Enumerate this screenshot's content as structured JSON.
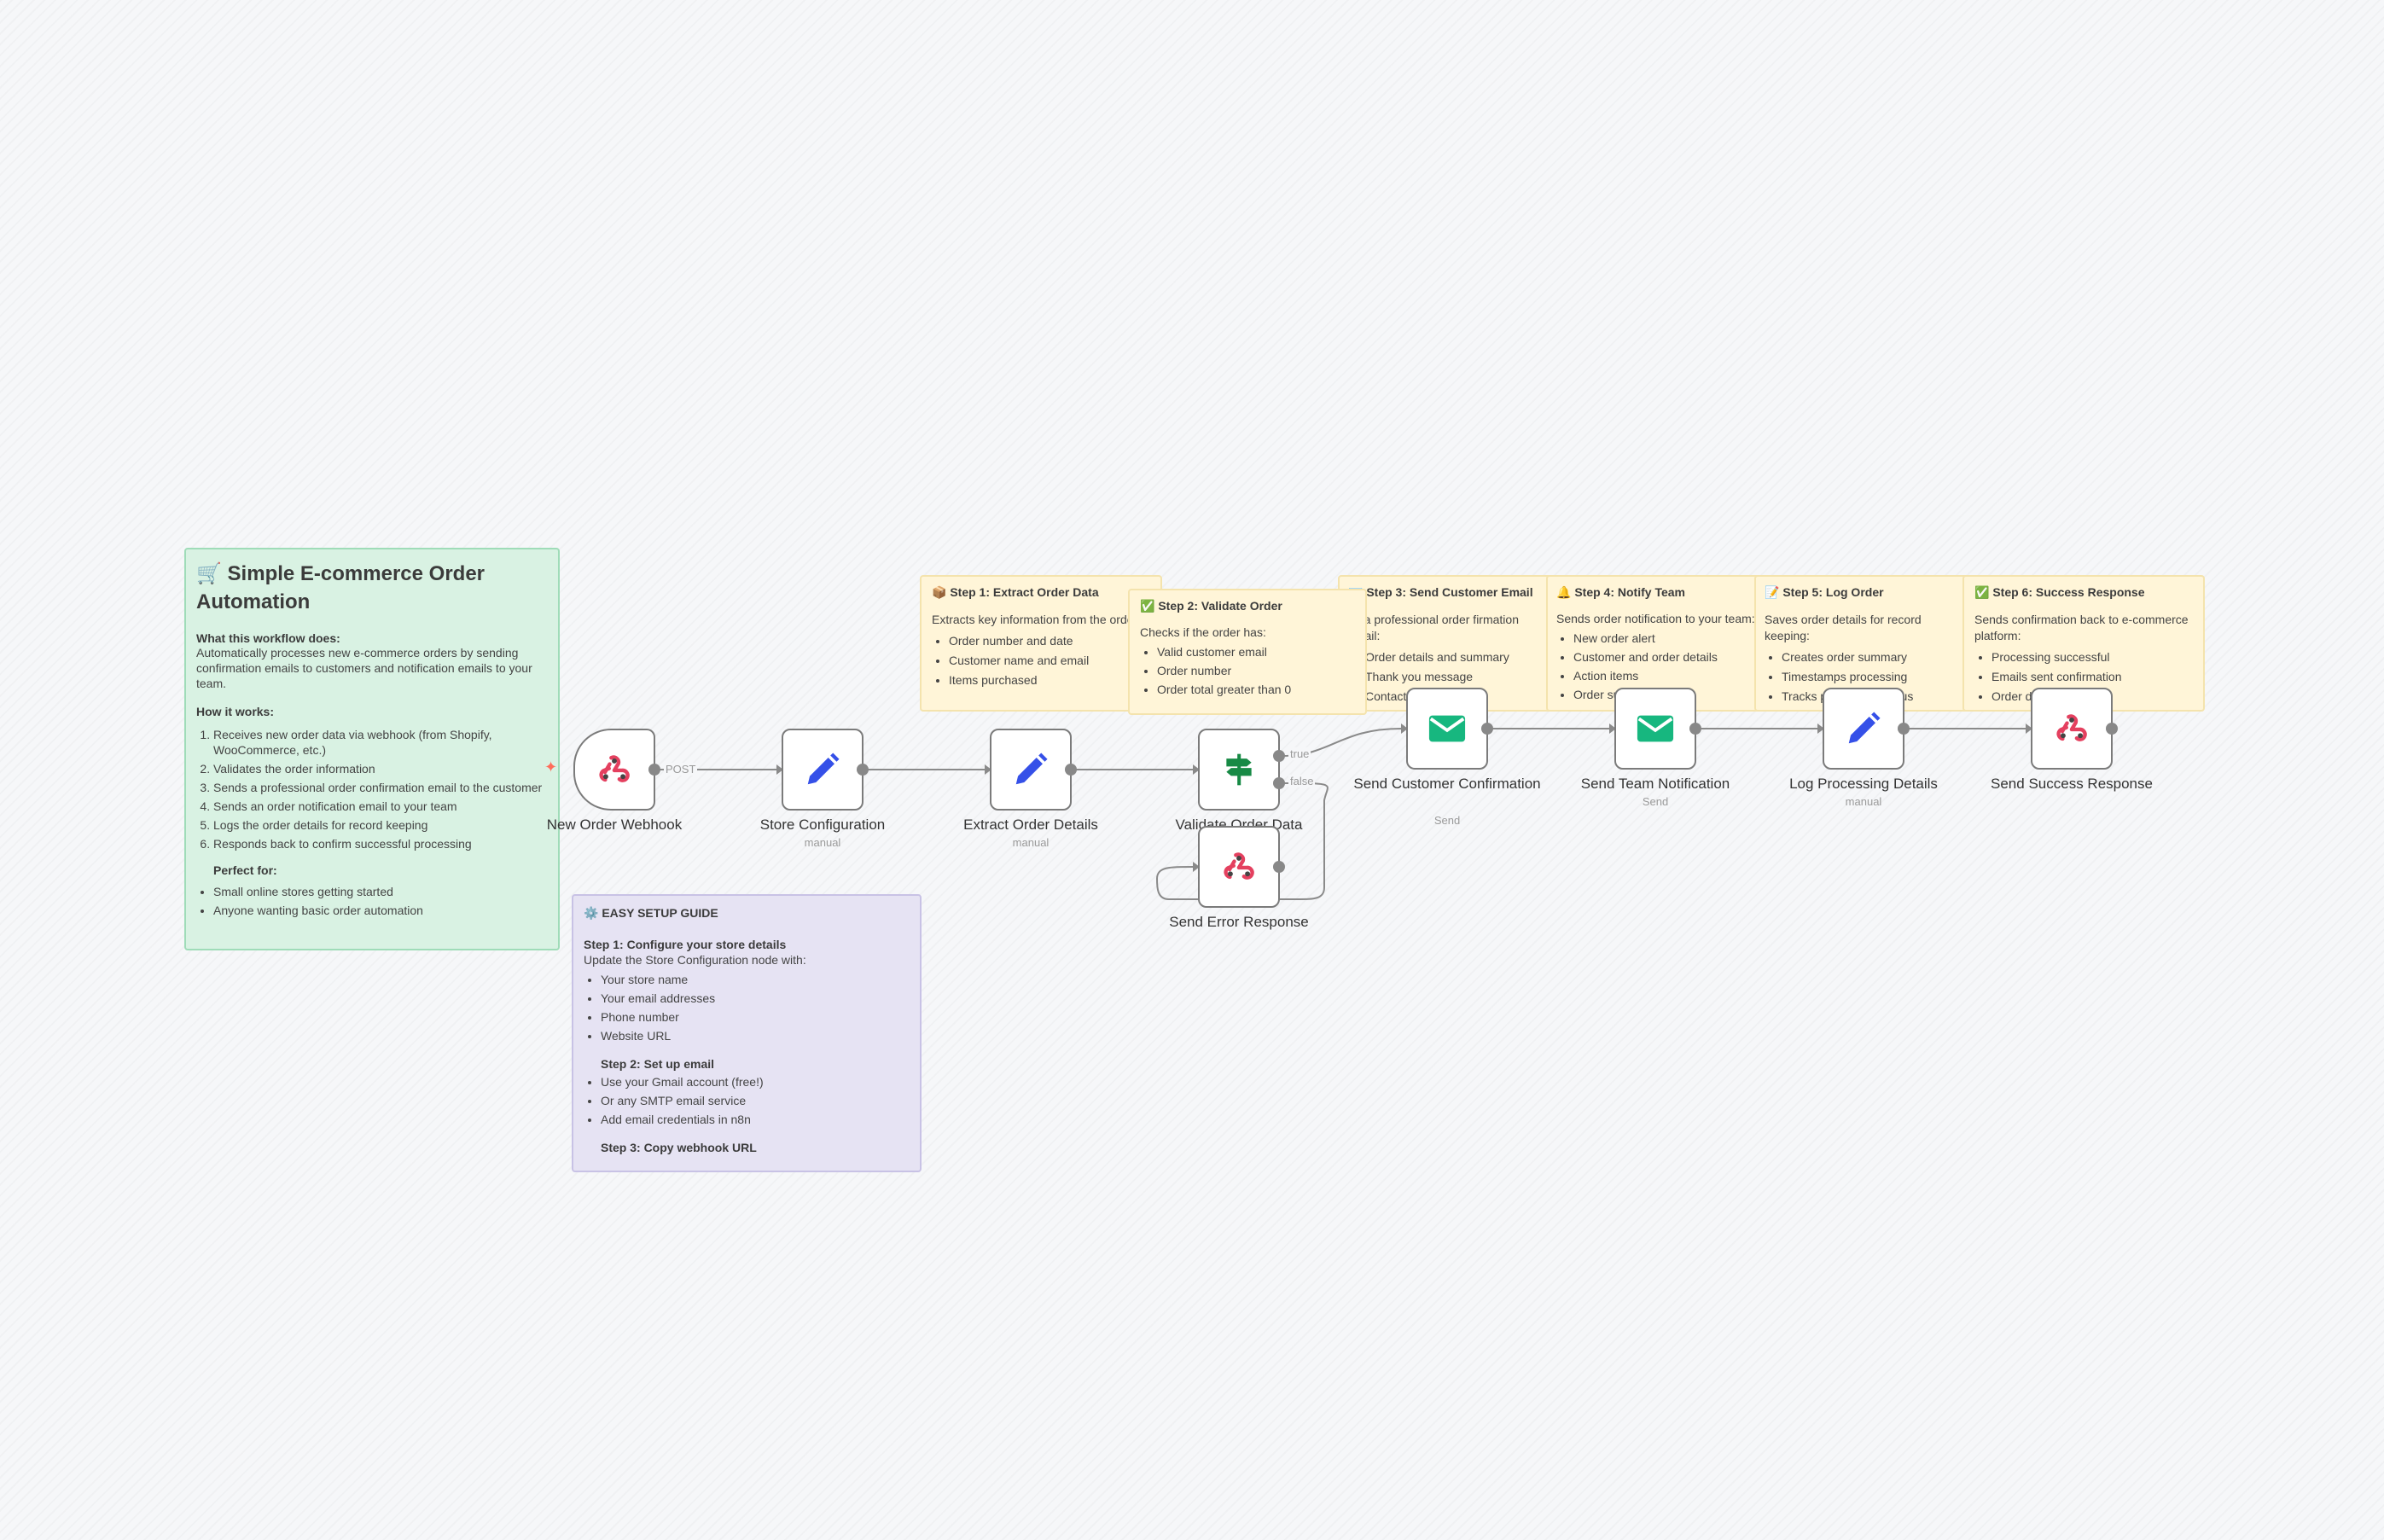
{
  "colors": {
    "accent": "#ff6d5a",
    "webhook": "#e4405f",
    "set_blue": "#3550e8",
    "email_green": "#17b77f",
    "if_green": "#178a45"
  },
  "notes": {
    "overview": {
      "title": "🛒 Simple E-commerce Order Automation",
      "what_heading": "What this workflow does:",
      "what_text": "Automatically processes new e-commerce orders by sending confirmation emails to customers and notification emails to your team.",
      "how_heading": "How it works:",
      "steps": [
        "Receives new order data via webhook (from Shopify, WooCommerce, etc.)",
        "Validates the order information",
        "Sends a professional order confirmation email to the customer",
        "Sends an order notification email to your team",
        "Logs the order details for record keeping",
        "Responds back to confirm successful processing"
      ],
      "perfect_heading": "Perfect for:",
      "perfect_items": [
        "Small online stores getting started",
        "Anyone wanting basic order automation"
      ]
    },
    "setup": {
      "title": "⚙️ EASY SETUP GUIDE",
      "step1_heading": "Step 1: Configure your store details",
      "step1_text": "Update the Store Configuration node with:",
      "step1_items": [
        "Your store name",
        "Your email addresses",
        "Phone number",
        "Website URL"
      ],
      "step2_heading": "Step 2: Set up email",
      "step2_items": [
        "Use your Gmail account (free!)",
        "Or any SMTP email service",
        "Add email credentials in n8n"
      ],
      "step3_heading": "Step 3: Copy webhook URL"
    },
    "step1": {
      "title": "📦 Step 1: Extract Order Data",
      "text": "Extracts key information from the order:",
      "items": [
        "Order number and date",
        "Customer name and email",
        "Items purchased"
      ]
    },
    "step2": {
      "title": "✅ Step 2: Validate Order",
      "text": "Checks if the order has:",
      "items": [
        "Valid customer email",
        "Order number",
        "Order total greater than 0"
      ]
    },
    "step3": {
      "title": "📧 Step 3: Send Customer Email",
      "text": "ds a professional order firmation email:",
      "items": [
        "Order details and summary",
        "Thank you message",
        "Contact information"
      ]
    },
    "step4": {
      "title": "🔔 Step 4: Notify Team",
      "text": "Sends order notification to your team:",
      "items": [
        "New order alert",
        "Customer and order details",
        "Action items",
        "Order summary"
      ]
    },
    "step5": {
      "title": "📝 Step 5: Log Order",
      "text": "Saves order details for record keeping:",
      "items": [
        "Creates order summary",
        "Timestamps processing",
        "Tracks processing status"
      ]
    },
    "step6": {
      "title": "✅ Step 6: Success Response",
      "text": "Sends confirmation back to e-commerce platform:",
      "items": [
        "Processing successful",
        "Emails sent confirmation",
        "Order details summary"
      ]
    }
  },
  "nodes": {
    "webhook": {
      "label": "New Order Webhook",
      "method": "POST"
    },
    "store_config": {
      "label": "Store Configuration",
      "sub": "manual"
    },
    "extract": {
      "label": "Extract Order Details",
      "sub": "manual"
    },
    "validate": {
      "label": "Validate Order Data",
      "true_label": "true",
      "false_label": "false"
    },
    "error": {
      "label": "Send Error Response"
    },
    "customer_email": {
      "label": "Send Customer Confirmation",
      "sub": "Send"
    },
    "team_email": {
      "label": "Send Team Notification",
      "sub": "Send"
    },
    "log": {
      "label": "Log Processing Details",
      "sub": "manual"
    },
    "success": {
      "label": "Send Success Response"
    }
  }
}
